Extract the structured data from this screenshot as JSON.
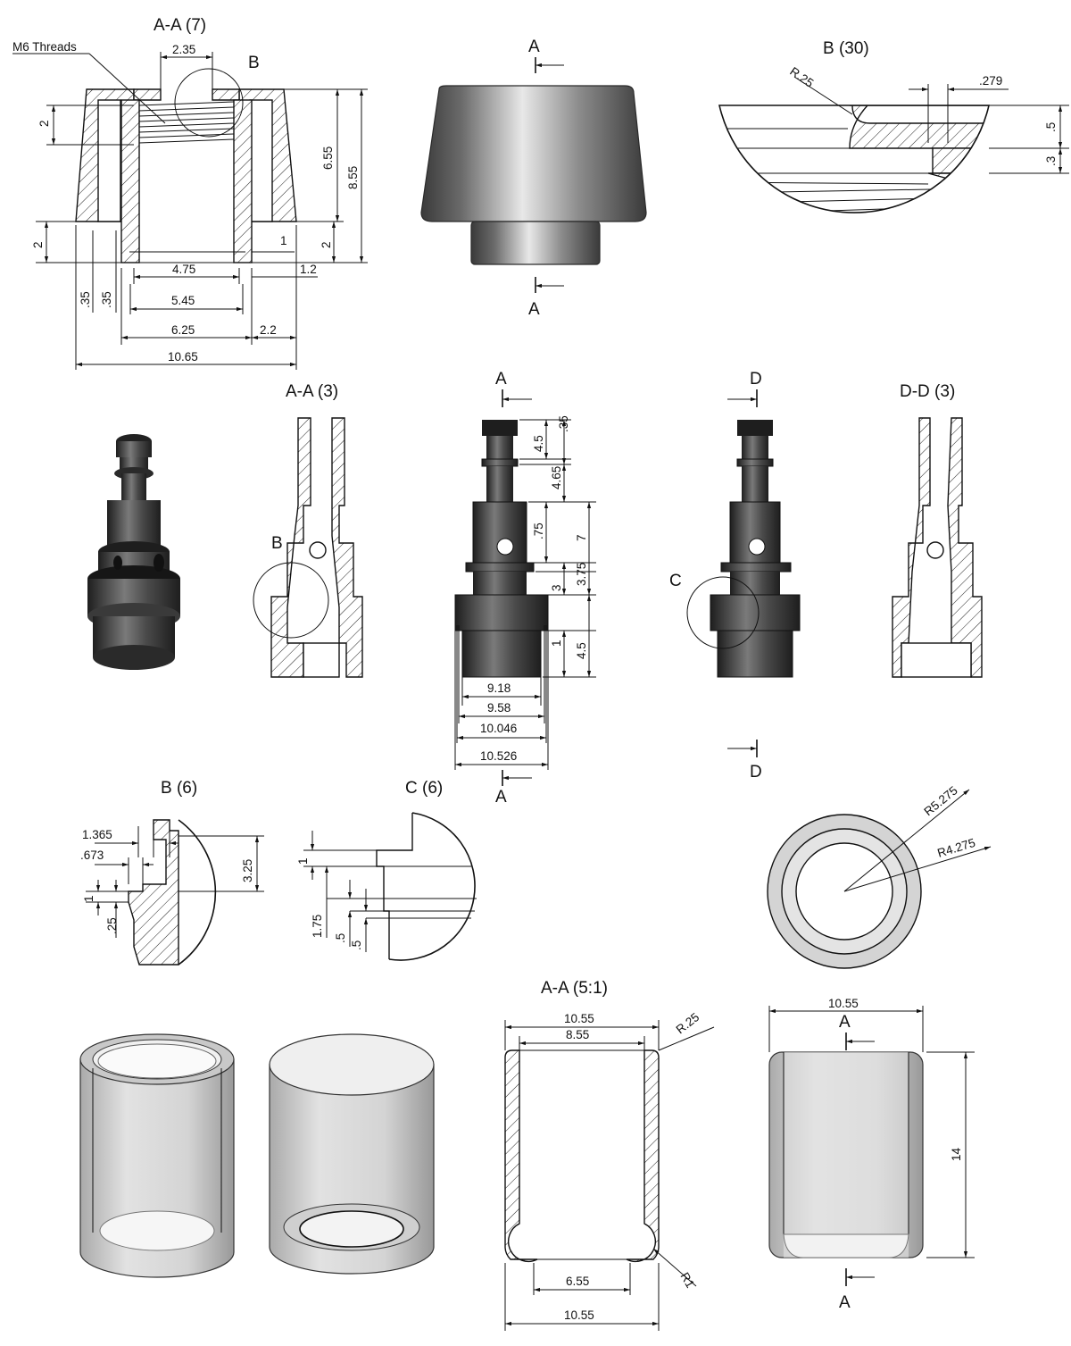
{
  "colors": {
    "ink": "#111111",
    "metal_dark": "#3a3a3a",
    "metal_mid": "#8c8c8c",
    "metal_light": "#e8e8e8",
    "glass": "#d9d9d9"
  },
  "titles": {
    "cap_section": "A-A (7)",
    "cap_detail": "B (30)",
    "stem_section": "A-A (3)",
    "stem_section_d": "D-D (3)",
    "detail_b": "B (6)",
    "detail_c": "C (6)",
    "sleeve_section": "A-A (5:1)"
  },
  "labels": {
    "threads_note": "M6 Threads",
    "A": "A",
    "B": "B",
    "C": "C",
    "D": "D"
  },
  "cap": {
    "d_2_35": "2.35",
    "d_2a": "2",
    "d_6_55": "6.55",
    "d_8_55": "8.55",
    "d_2b": "2",
    "d_2c": "2",
    "d_1": "1",
    "d_4_75": "4.75",
    "d_1_2": "1.2",
    "d_35a": ".35",
    "d_35b": ".35",
    "d_5_45": "5.45",
    "d_6_25": "6.25",
    "d_2_2": "2.2",
    "d_10_65": "10.65"
  },
  "cap_detail": {
    "r25": "R.25",
    "d279": ".279",
    "d5": ".5",
    "d3": ".3"
  },
  "stem": {
    "d_35": ".35",
    "d_4_5a": "4.5",
    "d_4_65": "4.65",
    "d_75": ".75",
    "d_7": "7",
    "d_3": "3",
    "d_3_75": "3.75",
    "d_1": "1",
    "d_4_5b": "4.5",
    "d_9_18": "9.18",
    "d_9_58": "9.58",
    "d_10_046": "10.046",
    "d_10_526": "10.526"
  },
  "detail_b": {
    "d_1_365": "1.365",
    "d_673": ".673",
    "d_1": "1",
    "d_25": ".25",
    "d_3_25": "3.25"
  },
  "detail_c": {
    "d_1": "1",
    "d_1_75": "1.75",
    "d_5a": ".5",
    "d_5b": ".5"
  },
  "ring": {
    "r_outer": "R5.275",
    "r_inner": "R4.275"
  },
  "sleeve": {
    "d_10_55a": "10.55",
    "d_8_55": "8.55",
    "r25": "R.25",
    "d_6_55": "6.55",
    "d_10_55b": "10.55",
    "r1": "R1"
  },
  "sleeve_view": {
    "d_10_55": "10.55",
    "d_14": "14"
  }
}
